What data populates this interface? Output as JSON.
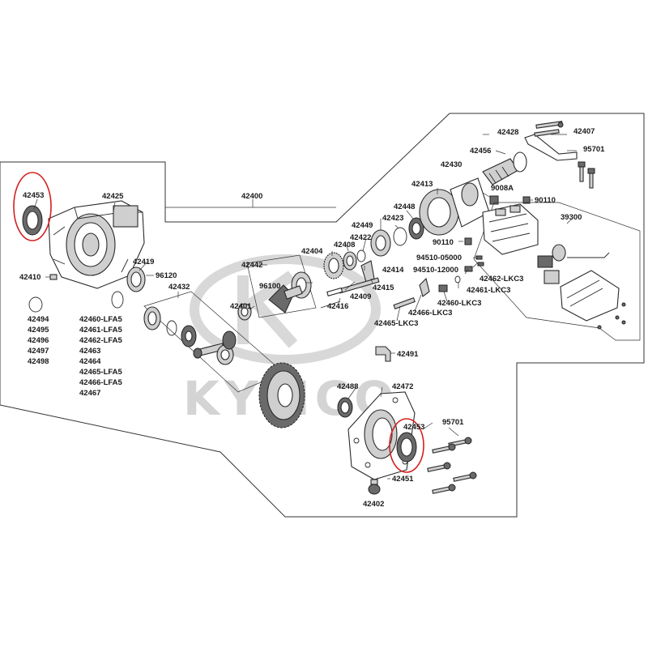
{
  "brand_watermark": "KYMCO",
  "highlight_color": "#d42020",
  "labels": {
    "p42453_a": "42453",
    "p42425": "42425",
    "p42400": "42400",
    "p42419": "42419",
    "p96120": "96120",
    "p42410": "42410",
    "p42432": "42432",
    "p42494": "42494",
    "p42495": "42495",
    "p42496": "42496",
    "p42497": "42497",
    "p42498": "42498",
    "p42460_lfa5": "42460-LFA5",
    "p42461_lfa5": "42461-LFA5",
    "p42462_lfa5": "42462-LFA5",
    "p42463": "42463",
    "p42464": "42464",
    "p42465_lfa5": "42465-LFA5",
    "p42466_lfa5": "42466-LFA5",
    "p42467": "42467",
    "p42442": "42442",
    "p42404": "42404",
    "p42408": "42408",
    "p42422": "42422",
    "p42449": "42449",
    "p42423": "42423",
    "p42448": "42448",
    "p42413": "42413",
    "p42430": "42430",
    "p42428": "42428",
    "p42407": "42407",
    "p42456": "42456",
    "p95701_a": "95701",
    "p9008a": "9008A",
    "p90110_a": "90110",
    "p39300": "39300",
    "p90110_b": "90110",
    "p94510_05000": "94510-05000",
    "p94510_12000": "94510-12000",
    "p42414": "42414",
    "p42415": "42415",
    "p42409": "42409",
    "p42416": "42416",
    "p96100": "96100",
    "p42401": "42401",
    "p42462_lkc3": "42462-LKC3",
    "p42461_lkc3": "42461-LKC3",
    "p42460_lkc3": "42460-LKC3",
    "p42466_lkc3": "42466-LKC3",
    "p42465_lkc3": "42465-LKC3",
    "p42491": "42491",
    "p42488": "42488",
    "p42472": "42472",
    "p42453_b": "42453",
    "p95701_b": "95701",
    "p42451": "42451",
    "p42402": "42402"
  }
}
